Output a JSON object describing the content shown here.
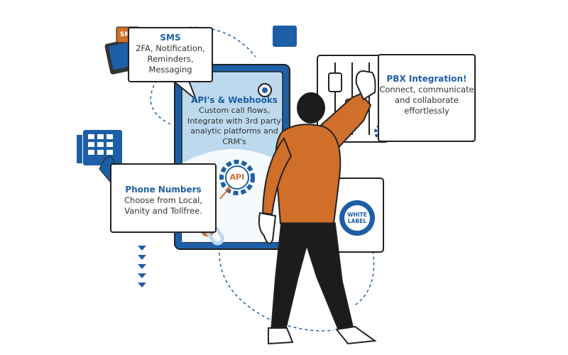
{
  "colors": {
    "brand_blue": "#1d5fa6",
    "light_blue": "#bcd9ee",
    "orange": "#cf6f2a",
    "black": "#1c1c1c",
    "outline": "#222222"
  },
  "sms": {
    "icon_label": "SMS",
    "title": "SMS",
    "body_line1": "2FA, Notification,",
    "body_line2": "Reminders,",
    "body_line3": "Messaging"
  },
  "api": {
    "title": "API's & Webhooks",
    "body_line1": "Custom call flows,",
    "body_line2": "Integrate with 3rd party",
    "body_line3": "analytic platforms and",
    "body_line4": "CRM's",
    "gear_label": "API"
  },
  "pbx": {
    "title": "PBX Integration!",
    "body_line1": "Connect, communicate",
    "body_line2": "and collaborate",
    "body_line3": "effortlessly"
  },
  "phone": {
    "title": "Phone Numbers",
    "body_line1": "Choose from Local,",
    "body_line2": "Vanity and Tollfree."
  },
  "white_label": {
    "line1": "WHITE",
    "line2": "LABEL"
  },
  "icons": [
    "sms-phone-icon",
    "keypad-hand-icon",
    "api-gear-icon",
    "chain-link-icon",
    "small-gear-icon",
    "pbx-gear-icon",
    "blue-square-icon",
    "down-arrows-icon",
    "white-label-badge-icon"
  ]
}
